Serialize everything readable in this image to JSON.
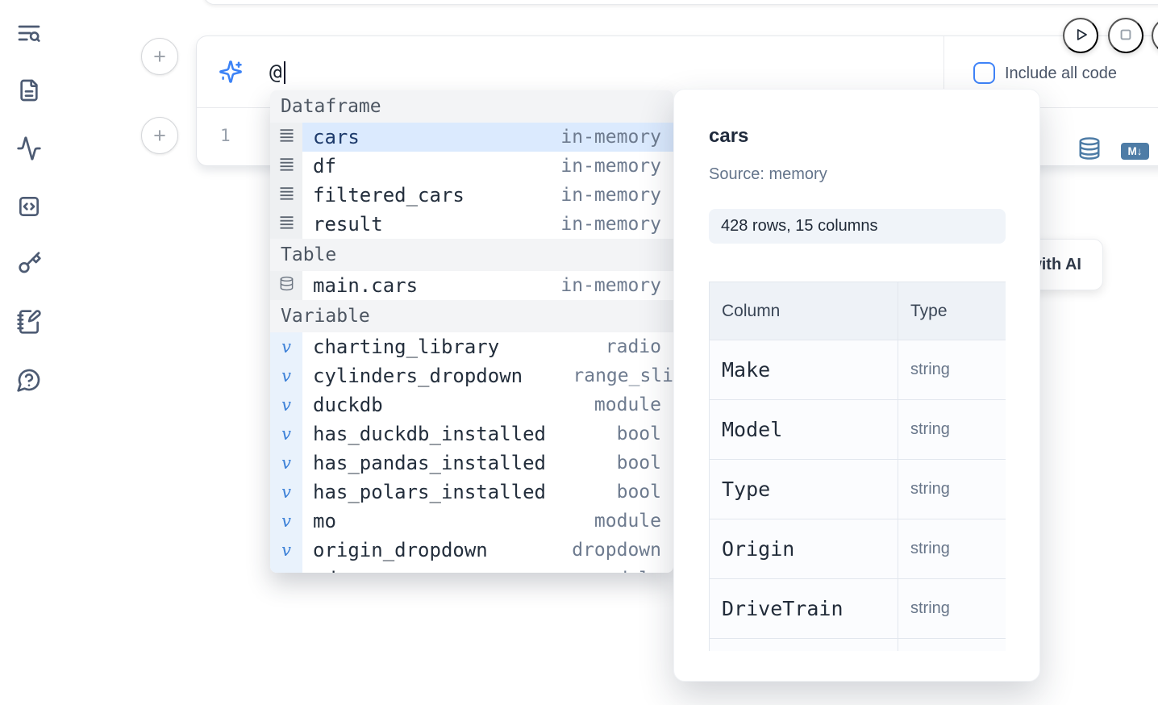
{
  "colors": {
    "accent_blue": "#3b82f6",
    "steel_blue": "#4e7ca6",
    "selection_bg": "#dbeafe",
    "sidebar_icon": "#4d5b73"
  },
  "sidebar": {
    "items": [
      {
        "id": "toc-search",
        "icon": "list-search-icon"
      },
      {
        "id": "files",
        "icon": "file-text-icon"
      },
      {
        "id": "tracing",
        "icon": "activity-pulse-icon"
      },
      {
        "id": "snippets",
        "icon": "code-square-icon"
      },
      {
        "id": "secrets",
        "icon": "key-icon"
      },
      {
        "id": "scratchpad",
        "icon": "notebook-pen-icon"
      },
      {
        "id": "help",
        "icon": "help-bubble-icon"
      }
    ]
  },
  "editor": {
    "plus_label": "+",
    "ai_prompt_value": "@",
    "include_all_code_label": "Include all code",
    "include_all_code_checked": false,
    "line_number": "1",
    "markdown_badge": "M↓"
  },
  "autocomplete": {
    "sections": [
      {
        "label": "Dataframe",
        "items": [
          {
            "name": "cars",
            "detail": "in-memory"
          },
          {
            "name": "df",
            "detail": "in-memory"
          },
          {
            "name": "filtered_cars",
            "detail": "in-memory"
          },
          {
            "name": "result",
            "detail": "in-memory"
          }
        ]
      },
      {
        "label": "Table",
        "items": [
          {
            "name": "main.cars",
            "detail": "in-memory"
          }
        ]
      },
      {
        "label": "Variable",
        "items": [
          {
            "name": "charting_library",
            "detail": "radio"
          },
          {
            "name": "cylinders_dropdown",
            "detail": "range_sli"
          },
          {
            "name": "duckdb",
            "detail": "module"
          },
          {
            "name": "has_duckdb_installed",
            "detail": "bool"
          },
          {
            "name": "has_pandas_installed",
            "detail": "bool"
          },
          {
            "name": "has_polars_installed",
            "detail": "bool"
          },
          {
            "name": "mo",
            "detail": "module"
          },
          {
            "name": "origin_dropdown",
            "detail": "dropdown"
          },
          {
            "name": "pd",
            "detail": "module"
          }
        ]
      }
    ]
  },
  "preview": {
    "title": "cars",
    "source_label": "Source: memory",
    "shape_badge": "428 rows, 15 columns",
    "table": {
      "col_header": "Column",
      "type_header": "Type",
      "rows": [
        {
          "column": "Make",
          "type": "string"
        },
        {
          "column": "Model",
          "type": "string"
        },
        {
          "column": "Type",
          "type": "string"
        },
        {
          "column": "Origin",
          "type": "string"
        },
        {
          "column": "DriveTrain",
          "type": "string"
        },
        {
          "column": "",
          "type": ""
        }
      ]
    }
  },
  "generate_ai_button": {
    "label": "Generate with AI"
  }
}
